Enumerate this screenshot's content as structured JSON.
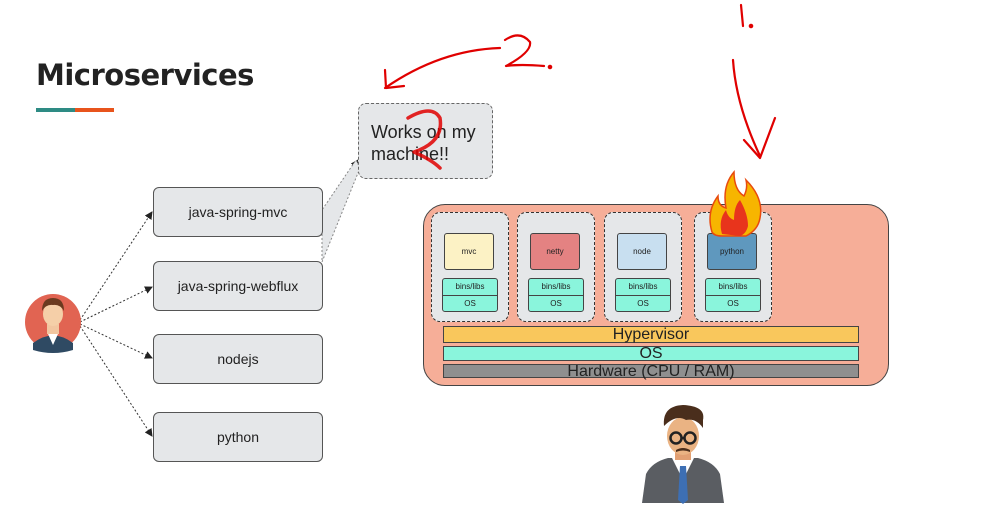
{
  "title": "Microservices",
  "services": [
    "java-spring-mvc",
    "java-spring-webflux",
    "nodejs",
    "python"
  ],
  "callout": {
    "line1": "Works on my",
    "line2": "machine!!"
  },
  "vms": [
    {
      "app": "mvc",
      "color": "#fcf2c5",
      "bins": "bins/libs",
      "os": "OS"
    },
    {
      "app": "netty",
      "color": "#e48282",
      "bins": "bins/libs",
      "os": "OS"
    },
    {
      "app": "node",
      "color": "#c8dff0",
      "bins": "bins/libs",
      "os": "OS"
    },
    {
      "app": "python",
      "color": "#5f98be",
      "bins": "bins/libs",
      "os": "OS"
    }
  ],
  "layers": {
    "hypervisor": "Hypervisor",
    "os": "OS",
    "hardware": "Hardware (CPU / RAM)"
  },
  "annotations": {
    "one": "1.",
    "two": "2."
  },
  "colors": {
    "host": "#f6ae98",
    "hypervisor": "#f9c75c",
    "os_layer": "#8af5dc",
    "hardware": "#8f8f8f",
    "accent_teal": "#2e8b84",
    "accent_orange": "#e8541c",
    "ink": "#e00000"
  }
}
